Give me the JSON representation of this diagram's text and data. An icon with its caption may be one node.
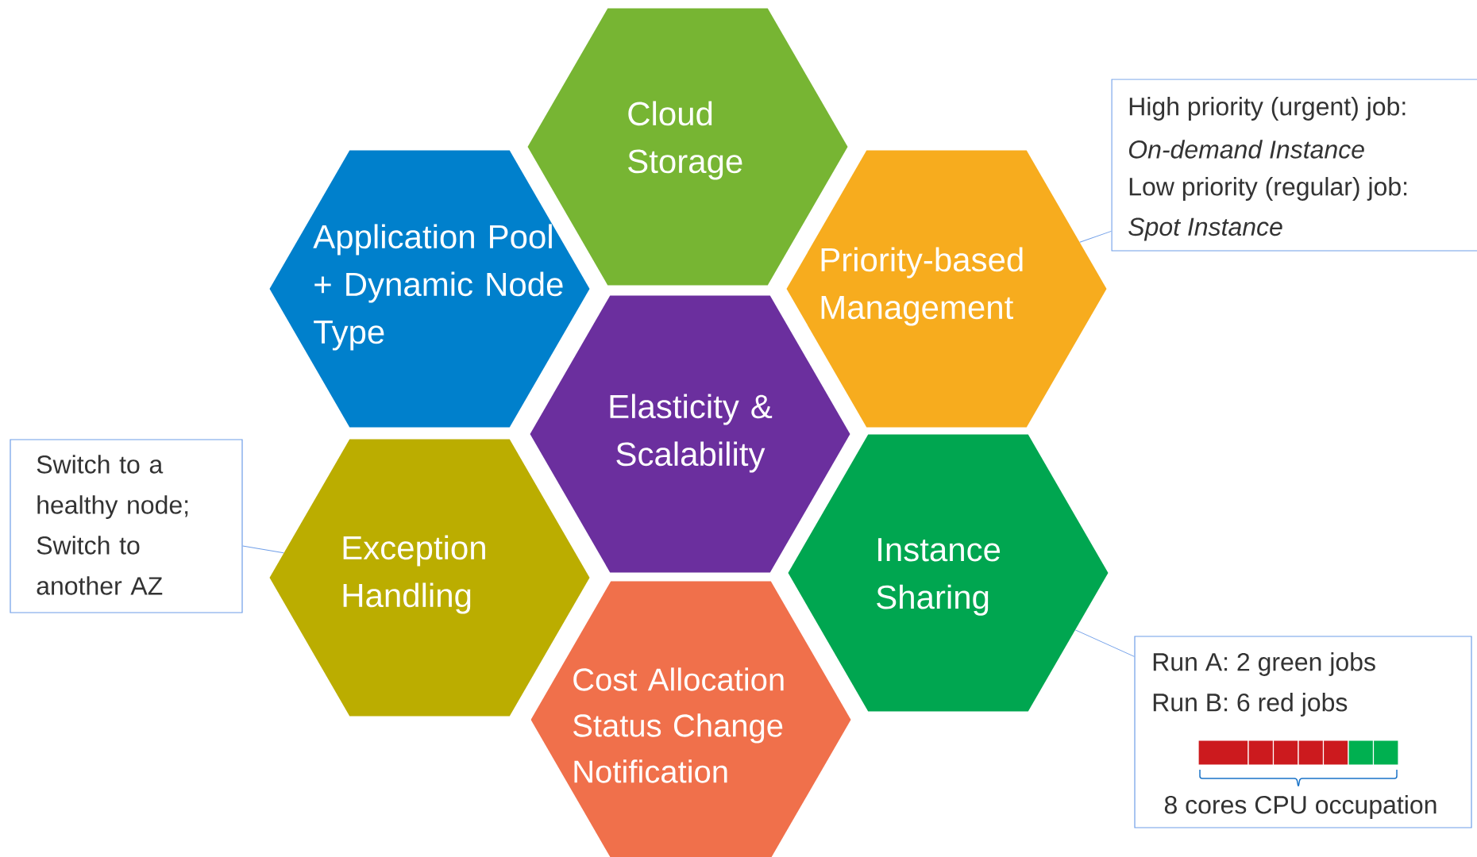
{
  "diagram": {
    "nodes": [
      {
        "text": [
          "Cloud Storage"
        ]
      },
      {
        "text": [
          "Application Pool + Dynamic Node Type"
        ]
      },
      {
        "text": [
          "Priority-based Management"
        ]
      },
      {
        "text": [
          "Elasticity & Scalability"
        ]
      },
      {
        "text": [
          "Exception Handling"
        ]
      },
      {
        "text": [
          "Instance Sharing"
        ]
      },
      {
        "text": [
          "Cost Allocation",
          "Status Change Notification"
        ]
      },
      {
        "text": [
          "High priority (urgent) job:",
          "On-demand Instance",
          "Low priority (regular) job:",
          "Spot Instance"
        ]
      },
      {
        "text": [
          "Switch to a healthy node;",
          "Switch to another AZ"
        ]
      },
      {
        "text": [
          "Run A: 2 green jobs",
          "Run B: 6 red jobs",
          "8 cores CPU occupation"
        ]
      }
    ],
    "edges": [
      {
        "from": 7,
        "to": 2,
        "arrow": "none"
      },
      {
        "from": 8,
        "to": 4,
        "arrow": "none"
      },
      {
        "from": 9,
        "to": 5,
        "arrow": "none"
      }
    ]
  }
}
